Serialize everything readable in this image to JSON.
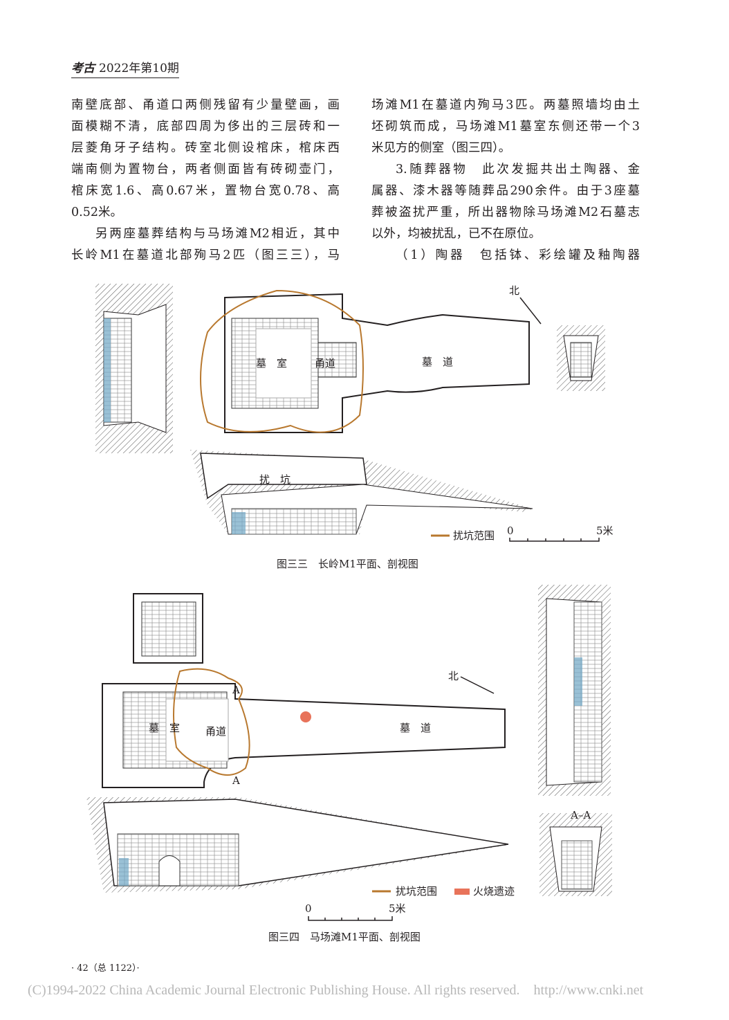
{
  "header": {
    "journal_logo": "考古",
    "issue": "2022年第10期"
  },
  "left_column": [
    "南壁底部、甬道口两侧残留有少量壁画，画",
    "面模糊不清，底部四周为侈出的三层砖和一",
    "层菱角牙子结构。砖室北侧设棺床，棺床西",
    "端南侧为置物台，两者侧面皆有砖砌壶门，",
    "棺床宽1.6、高0.67米，置物台宽0.78、高",
    "0.52米。",
    "另两座墓葬结构与马场滩M2相近，其中",
    "长岭M1在墓道北部殉马2匹（图三三），马"
  ],
  "right_column": [
    "场滩M1在墓道内殉马3匹。两墓照墙均由土",
    "坯砌筑而成，马场滩M1墓室东侧还带一个3",
    "米见方的侧室（图三四）。",
    "3.随葬器物　此次发掘共出土陶器、金",
    "属器、漆木器等随葬品290余件。由于3座墓",
    "葬被盗扰严重，所出器物除马场滩M2石墓志",
    "以外，均被扰乱，已不在原位。",
    "（1）陶器　包括钵、彩绘罐及釉陶器"
  ],
  "figure33": {
    "labels": {
      "chamber": "墓　室",
      "corridor": "甬道",
      "passage": "墓　道",
      "north": "北",
      "pit": "扰　坑"
    },
    "legend": {
      "disturbed_pit": "扰坑范围"
    },
    "scale": {
      "start": "0",
      "end": "5米"
    },
    "caption": "图三三　长岭M1平面、剖视图"
  },
  "figure34": {
    "labels": {
      "chamber": "墓　室",
      "corridor": "甬道",
      "passage": "墓　道",
      "north": "北",
      "section_a": "A",
      "section_aa": "A–A"
    },
    "legend": {
      "disturbed_pit": "扰坑范围",
      "fire_trace": "火烧遗迹"
    },
    "scale": {
      "start": "0",
      "end": "5米"
    },
    "caption": "图三四　马场滩M1平面、剖视图"
  },
  "colors": {
    "pit_line": "#b8782e",
    "fire": "#e8735a",
    "tile": "#6fa6c4"
  },
  "footer": {
    "page": "· 42（总 1122）·",
    "copyright": "(C)1994-2022 China Academic Journal Electronic Publishing House. All rights reserved.　http://www.cnki.net"
  }
}
